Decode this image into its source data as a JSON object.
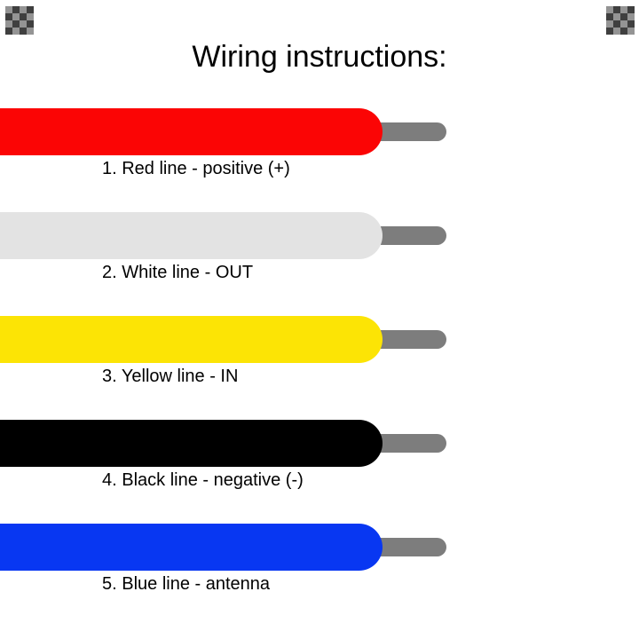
{
  "page": {
    "background": "#ffffff"
  },
  "title": "Wiring instructions:",
  "wires": [
    {
      "name": "red",
      "color": "#fb0505",
      "label": "1. Red line - positive (+)"
    },
    {
      "name": "white",
      "color": "#e3e3e3",
      "label": "2. White line - OUT"
    },
    {
      "name": "yellow",
      "color": "#fce405",
      "label": "3. Yellow line - IN"
    },
    {
      "name": "black",
      "color": "#000000",
      "label": "4. Black line - negative (-)"
    },
    {
      "name": "blue",
      "color": "#0837f2",
      "label": "5. Blue line - antenna"
    }
  ],
  "wire_tip": {
    "color": "#7d7d7d"
  },
  "watermark_checker": {
    "dark": "#3f3f3f",
    "light": "#949494"
  }
}
